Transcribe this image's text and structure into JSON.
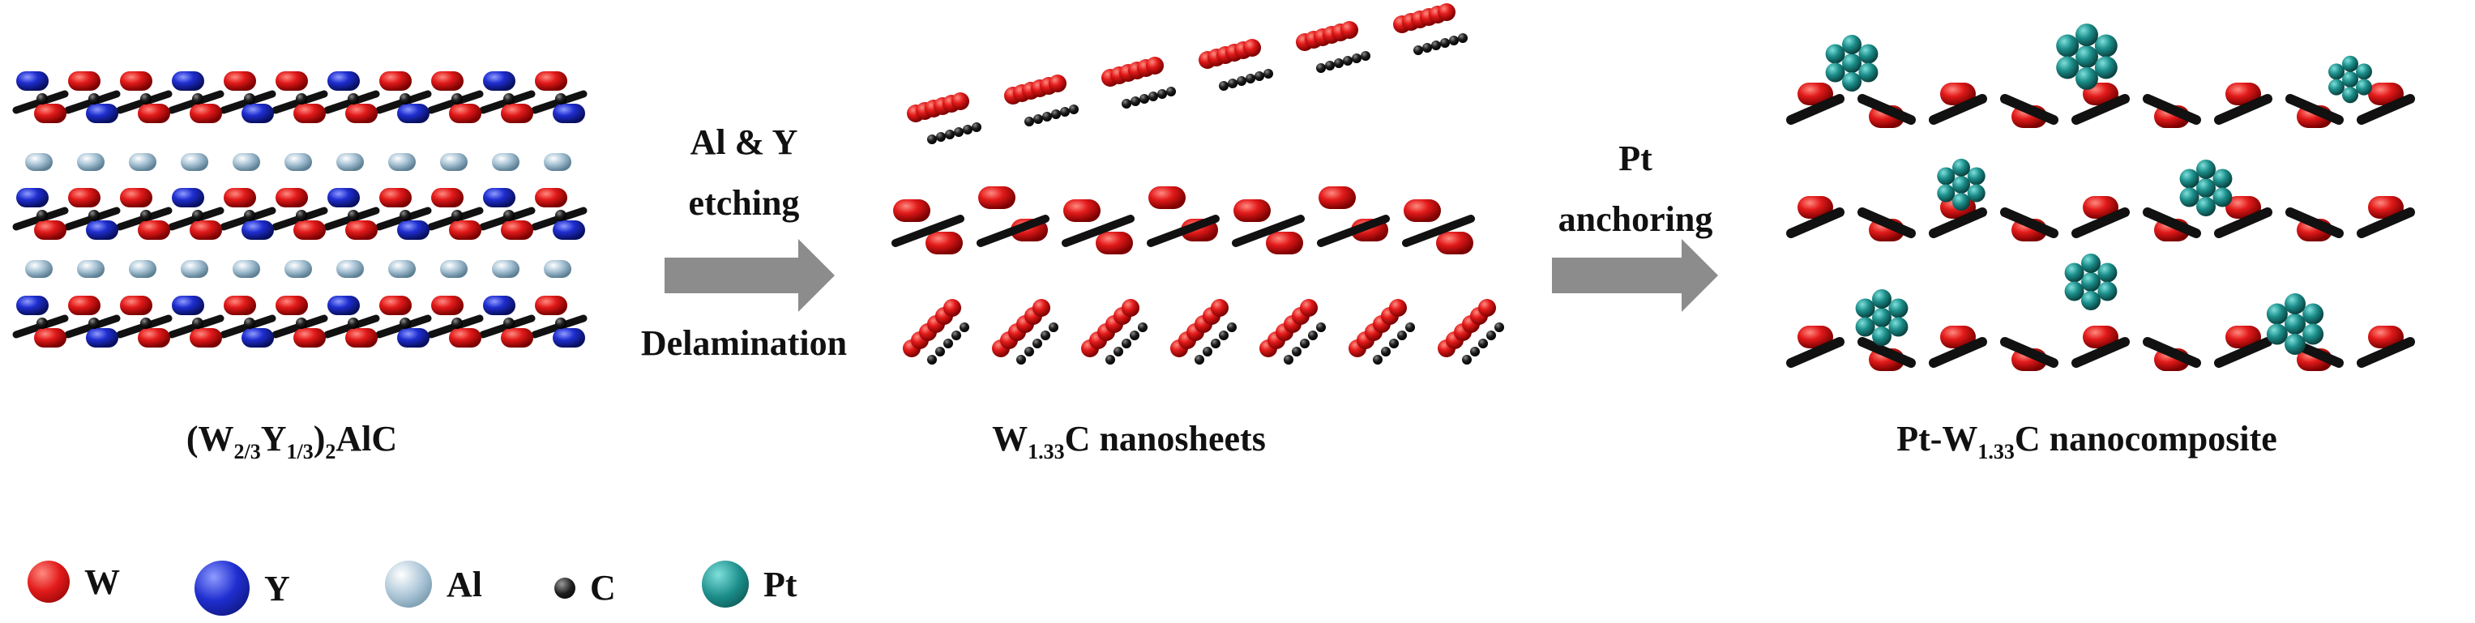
{
  "colors": {
    "W": "#d8161a",
    "Y": "#1c2bc9",
    "Al": "#9fbdd0",
    "C": "#1a1a1a",
    "Pt": "#1a8a87",
    "arrow": "#8c8c8c"
  },
  "stages": [
    {
      "label_main": "(W",
      "sub1": "2/3",
      "mid": "Y",
      "sub2": "1/3",
      "close": ")",
      "sub3": "2",
      "tail": "AlC"
    },
    {
      "label_main": "W",
      "sub1": "1.33",
      "tail": "C nanosheets"
    },
    {
      "label_main": "Pt-W",
      "sub1": "1.33",
      "tail": "C nanocomposite"
    }
  ],
  "steps": [
    {
      "line1": "Al & Y",
      "line2": "etching",
      "line3": "Delamination"
    },
    {
      "line1": "Pt",
      "line2": "anchoring"
    }
  ],
  "legend": [
    {
      "label": "W",
      "icon": "red-sphere-icon"
    },
    {
      "label": "Y",
      "icon": "blue-sphere-icon"
    },
    {
      "label": "Al",
      "icon": "light-blue-sphere-icon"
    },
    {
      "label": "C",
      "icon": "black-small-sphere-icon"
    },
    {
      "label": "Pt",
      "icon": "teal-sphere-icon"
    }
  ]
}
